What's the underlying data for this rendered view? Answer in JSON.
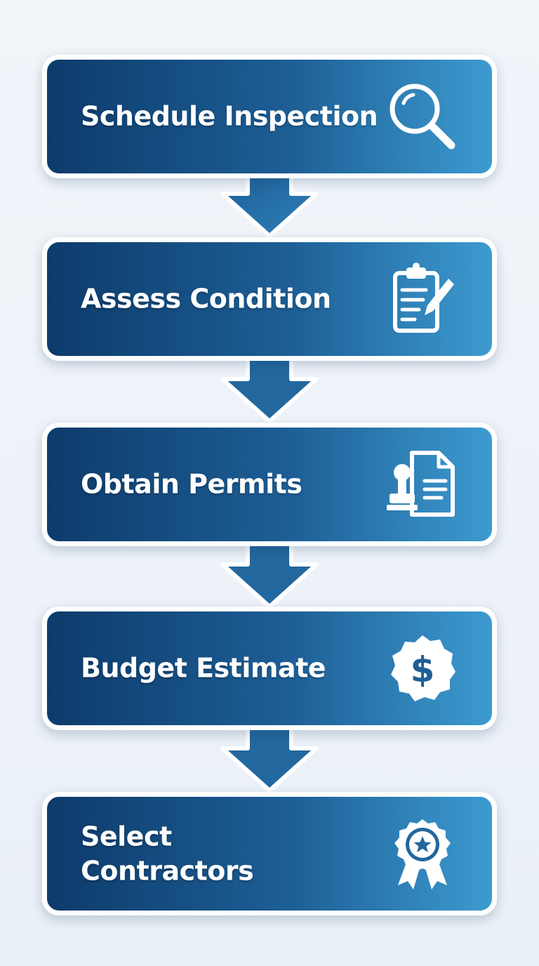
{
  "steps": [
    {
      "label": "Schedule Inspection",
      "icon": "magnifier-icon"
    },
    {
      "label": "Assess Condition",
      "icon": "clipboard-pencil-icon"
    },
    {
      "label": "Obtain Permits",
      "icon": "stamp-document-icon"
    },
    {
      "label": "Budget Estimate",
      "icon": "dollar-badge-icon"
    },
    {
      "label": "Select Contractors",
      "icon": "award-ribbon-icon"
    }
  ],
  "colors": {
    "box_gradient_start": "#0d3b6b",
    "box_gradient_end": "#3d9bd0",
    "box_border": "#ffffff",
    "background": "#eef3f9"
  }
}
